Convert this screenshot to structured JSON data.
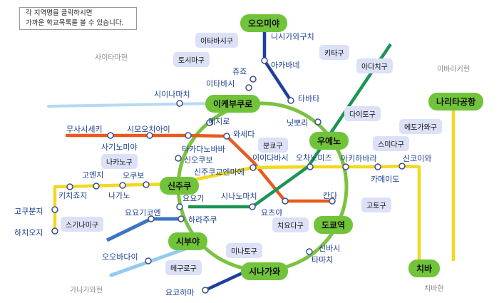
{
  "notice": {
    "line1": "각 지역명을 클릭하시면",
    "line2": "가까운 학교목록를 볼 수 있습니다."
  },
  "colors": {
    "loop": "#7cc242",
    "chuo": "#e85a1e",
    "sobu": "#f2d820",
    "yurakucho": "#1f3f9c",
    "hibiya": "#1c9456",
    "tobu": "#3e74c0",
    "denen": "#94cbee",
    "rapid": "#b5d9f5",
    "hub": "#71c43a",
    "ward": "#dde1f7",
    "station_text": "#1d3f8f",
    "prefecture_text": "#8a8a8a"
  },
  "prefectures": {
    "saitama": "사이타마현",
    "ibaraki": "이바라키현",
    "kanagawa": "가나가와현",
    "chiba": "치바현"
  },
  "hubs": {
    "omiya": "오오미야",
    "ikebukuro": "이케부쿠로",
    "ueno": "우에노",
    "shinjuku": "신주쿠",
    "tokyo": "도쿄역",
    "shibuya": "시부야",
    "shinagawa": "시나가와",
    "narita": "나리타공항",
    "chiba": "치바"
  },
  "wards": {
    "itabashi": "이타바시구",
    "toshima": "토시마구",
    "kita": "키타구",
    "adachi": "아다치구",
    "taito": "다이토구",
    "edogawa": "에도가와구",
    "sumida": "스미다구",
    "bunkyo": "분쿄구",
    "nakano": "나카노구",
    "koto": "고토구",
    "suginami": "스기나미구",
    "chiyoda": "치요다구",
    "minato": "미나토구",
    "meguro": "메구로구"
  },
  "stations": {
    "nishikawaguchi": "니시가와구치",
    "jujo": "쥬죠",
    "akabane": "아카바네",
    "itabashi": "이타바시",
    "tabata": "타바타",
    "shiinamachi": "시이나마치",
    "nippori": "닛뽀리",
    "mejiro": "메지로",
    "musashisakai": "무사시세키",
    "shimoochiai": "시모오치아이",
    "takadanobaba": "타카다노바바",
    "waseda": "와세다",
    "sakaiminoru": "사기노미야",
    "shinokubo": "신오쿠보",
    "koenji": "고엔지",
    "ogikubo": "오쿠보",
    "shinjukugyoenmae": "신주쿠교엔마에",
    "iidabashi": "이이다바시",
    "ochanomizu": "오차노미즈",
    "akihabara": "아키하바라",
    "shinkoiwa": "신코이와",
    "kameido": "카메이도",
    "kichijoji": "키치죠지",
    "nakano": "나가노",
    "yoyogi": "요요기",
    "shinanomachi": "시나노마치",
    "kanda": "칸다",
    "kokubunji": "고쿠분지",
    "yoyogikoen": "요요기코엔",
    "harajuku": "하라주쿠",
    "yotsuya": "요츠야",
    "hachioji": "하치오지",
    "ohashi": "오오바다이",
    "shimbashi": "신바시",
    "tamachi": "타마치",
    "yokohama": "요코하마"
  }
}
